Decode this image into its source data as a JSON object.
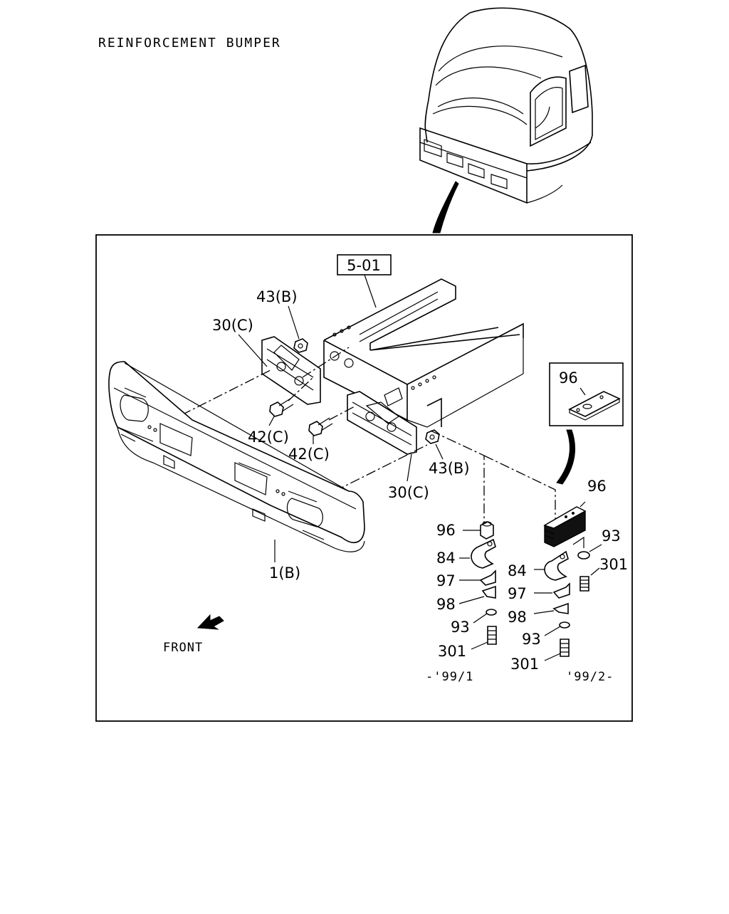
{
  "title": "REINFORCEMENT BUMPER",
  "ref_box": "5-01",
  "labels": {
    "l43b_top": "43(B)",
    "l30c_top": "30(C)",
    "l42c_a": "42(C)",
    "l42c_b": "42(C)",
    "l43b_mid": "43(B)",
    "l30c_mid": "30(C)",
    "l1b": "1(B)",
    "l96_inset": "96",
    "l96_r": "96",
    "l93_r": "93",
    "l301_r": "301",
    "l84_r": "84",
    "l97_r": "97",
    "l98_r": "98",
    "l93_r2": "93",
    "l301_r2": "301",
    "l96_l": "96",
    "l84_l": "84",
    "l97_l": "97",
    "l98_l": "98",
    "l93_l": "93",
    "l301_l": "301"
  },
  "front_label": "FRONT",
  "period_left": "-'99/1",
  "period_right": "'99/2-"
}
